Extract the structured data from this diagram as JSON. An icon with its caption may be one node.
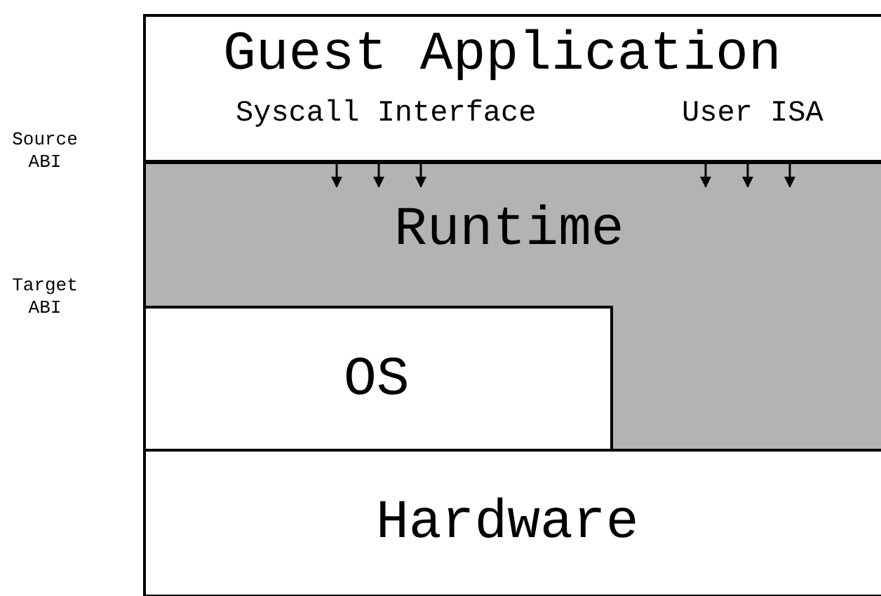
{
  "diagram": {
    "nodes": [
      {
        "text": [
          "Guest Application"
        ]
      },
      {
        "text": [
          "Syscall Interface"
        ],
        "in": 0
      },
      {
        "text": [
          "User ISA"
        ],
        "in": 0
      },
      {
        "text": [
          "Runtime"
        ]
      },
      {
        "text": [
          "OS"
        ]
      },
      {
        "text": [
          "Hardware"
        ]
      }
    ],
    "edges": [
      {
        "from": 0,
        "to": 3,
        "arrow": "to"
      },
      {
        "from": 0,
        "to": 3,
        "arrow": "to"
      },
      {
        "from": 0,
        "to": 3,
        "arrow": "to"
      },
      {
        "from": 0,
        "to": 3,
        "arrow": "to"
      },
      {
        "from": 0,
        "to": 3,
        "arrow": "to"
      },
      {
        "from": 0,
        "to": 3,
        "arrow": "to"
      }
    ],
    "labels": [
      "Source ABI",
      "Target ABI"
    ]
  }
}
